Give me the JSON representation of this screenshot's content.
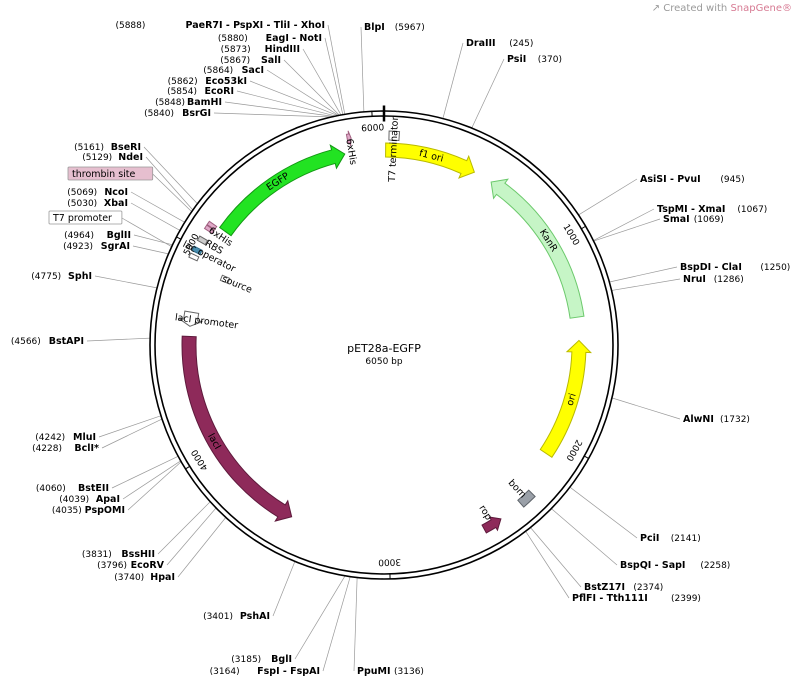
{
  "watermark": {
    "prefix": "Created with",
    "brand": "SnapGene",
    "mark": "®"
  },
  "plasmid": {
    "name": "pET28a-EGFP",
    "size_label": "6050 bp",
    "length": 6050
  },
  "ticks": [
    {
      "pos": 1000,
      "label": "1000"
    },
    {
      "pos": 2000,
      "label": "2000"
    },
    {
      "pos": 3000,
      "label": "3000"
    },
    {
      "pos": 4000,
      "label": "4000"
    },
    {
      "pos": 5000,
      "label": "5000"
    },
    {
      "pos": 6000,
      "label": "6000"
    }
  ],
  "features": [
    {
      "name": "EGFP",
      "label": "EGFP",
      "start": 5135,
      "end": 5855,
      "strand": 1,
      "color": "#22e322",
      "stroke": "#139813",
      "track": 1
    },
    {
      "name": "f1 ori",
      "label": "f1 ori",
      "start": 8,
      "end": 464,
      "strand": 1,
      "color": "#ffff00",
      "stroke": "#b9b900",
      "track": 1
    },
    {
      "name": "KanR",
      "label": "KanR",
      "start": 560,
      "end": 1375,
      "strand": -1,
      "color": "#c6f5c6",
      "stroke": "#6cc96c",
      "track": 1
    },
    {
      "name": "ori",
      "label": "ori",
      "start": 1490,
      "end": 2080,
      "strand": -1,
      "color": "#ffff00",
      "stroke": "#b9b900",
      "track": 1
    },
    {
      "name": "lacI",
      "label": "lacI",
      "start": 3500,
      "end": 4580,
      "strand": -1,
      "color": "#8e2a5a",
      "stroke": "#5e1a3c",
      "track": 1
    },
    {
      "name": "rop",
      "label": "rop",
      "start": 2455,
      "end": 2545,
      "strand": -1,
      "color": "#8e2a5a",
      "stroke": "#5e1a3c",
      "track": 2
    },
    {
      "name": "bom",
      "label": "bom",
      "start": 2270,
      "end": 2340,
      "strand": 0,
      "color": "#9aa0a8",
      "stroke": "#5d6369",
      "track": 2
    },
    {
      "name": "lacI promoter",
      "label": "lacI promoter",
      "start": 4630,
      "end": 4700,
      "strand": -1,
      "color": "#ffffff",
      "stroke": "#666666",
      "track": 1
    },
    {
      "name": "6xHis-a",
      "label": "6xHis",
      "start": 5880,
      "end": 5898,
      "strand": 1,
      "color": "#e0a8c8",
      "stroke": "#a06080",
      "track": 2
    },
    {
      "name": "T7 terminator",
      "label": "T7 terminator",
      "start": 23,
      "end": 70,
      "strand": 0,
      "color": "#ffffff",
      "stroke": "#666666",
      "track": 2
    },
    {
      "name": "thrombin-box",
      "label": "",
      "start": 5113,
      "end": 5131,
      "strand": 0,
      "color": "#e0a8c8",
      "stroke": "#a06080",
      "track": 2
    },
    {
      "name": "6xHis-b",
      "label": "6xHis",
      "start": 5092,
      "end": 5110,
      "strand": 0,
      "color": "#e0a8c8",
      "stroke": "#a06080",
      "track": 2
    },
    {
      "name": "RBS",
      "label": "RBS",
      "start": 5030,
      "end": 5052,
      "strand": 0,
      "color": "#cccccc",
      "stroke": "#666666",
      "track": 2
    },
    {
      "name": "lac operator",
      "label": "lac operator",
      "start": 4978,
      "end": 5000,
      "strand": 0,
      "color": "#4a8fb0",
      "stroke": "#2e6a88",
      "track": 2
    },
    {
      "name": "source",
      "label": "source",
      "start": 4900,
      "end": 4930,
      "strand": 0,
      "color": "#ffffff",
      "stroke": "#666666",
      "track": 3
    },
    {
      "name": "T7 promoter",
      "label": "",
      "start": 4945,
      "end": 4965,
      "strand": 0,
      "color": "#ffffff",
      "stroke": "#666666",
      "track": 2
    }
  ],
  "sites_left": [
    {
      "name": "PaeR7I - PspXI - TliI - XhoI",
      "pos": "(5888)",
      "bp": 5888
    },
    {
      "name": "EagI - NotI",
      "pos": "(5880)",
      "bp": 5880
    },
    {
      "name": "HindIII",
      "pos": "(5873)",
      "bp": 5873
    },
    {
      "name": "SalI",
      "pos": "(5867)",
      "bp": 5867
    },
    {
      "name": "SacI",
      "pos": "(5864)",
      "bp": 5864
    },
    {
      "name": "Eco53kI",
      "pos": "(5862)",
      "bp": 5862
    },
    {
      "name": "EcoRI",
      "pos": "(5854)",
      "bp": 5854
    },
    {
      "name": "BamHI",
      "pos": "(5848)",
      "bp": 5848
    },
    {
      "name": "BsrGI",
      "pos": "(5840)",
      "bp": 5840
    },
    {
      "name": "BseRI",
      "pos": "(5161)",
      "bp": 5161
    },
    {
      "name": "NdeI",
      "pos": "(5129)",
      "bp": 5129
    },
    {
      "name": "thrombin site",
      "pos": "",
      "bp": 5121,
      "boxed": true,
      "box_color": "#e6bfcf"
    },
    {
      "name": "NcoI",
      "pos": "(5069)",
      "bp": 5069
    },
    {
      "name": "XbaI",
      "pos": "(5030)",
      "bp": 5030
    },
    {
      "name": "T7 promoter",
      "pos": "",
      "bp": 4955,
      "boxed": true,
      "box_color": "#ffffff"
    },
    {
      "name": "BglII",
      "pos": "(4964)",
      "bp": 4964
    },
    {
      "name": "SgrAI",
      "pos": "(4923)",
      "bp": 4923
    },
    {
      "name": "SphI",
      "pos": "(4775)",
      "bp": 4775
    },
    {
      "name": "BstAPI",
      "pos": "(4566)",
      "bp": 4566
    },
    {
      "name": "MluI",
      "pos": "(4242)",
      "bp": 4242
    },
    {
      "name": "BclI*",
      "pos": "(4228)",
      "bp": 4228,
      "gray": true
    },
    {
      "name": "BstEII",
      "pos": "(4060)",
      "bp": 4060
    },
    {
      "name": "ApaI",
      "pos": "(4039)",
      "bp": 4039
    },
    {
      "name": "PspOMI",
      "pos": "(4035)",
      "bp": 4035
    },
    {
      "name": "BssHII",
      "pos": "(3831)",
      "bp": 3831
    },
    {
      "name": "EcoRV",
      "pos": "(3796)",
      "bp": 3796
    },
    {
      "name": "HpaI",
      "pos": "(3740)",
      "bp": 3740
    },
    {
      "name": "PshAI",
      "pos": "(3401)",
      "bp": 3401
    },
    {
      "name": "BglI",
      "pos": "(3185)",
      "bp": 3185
    },
    {
      "name": "FspI - FspAI",
      "pos": "(3164)",
      "bp": 3164
    }
  ],
  "sites_right": [
    {
      "name": "BlpI",
      "pos": "(5967)",
      "bp": 5967
    },
    {
      "name": "DraIII",
      "pos": "(245)",
      "bp": 245
    },
    {
      "name": "PsiI",
      "pos": "(370)",
      "bp": 370
    },
    {
      "name": "AsiSI - PvuI",
      "pos": "(945)",
      "bp": 945
    },
    {
      "name": "TspMI - XmaI",
      "pos": "(1067)",
      "bp": 1067
    },
    {
      "name": "SmaI",
      "pos": "(1069)",
      "bp": 1069
    },
    {
      "name": "BspDI - ClaI",
      "pos": "(1250)",
      "bp": 1250
    },
    {
      "name": "NruI",
      "pos": "(1286)",
      "bp": 1286
    },
    {
      "name": "AlwNI",
      "pos": "(1732)",
      "bp": 1732
    },
    {
      "name": "PciI",
      "pos": "(2141)",
      "bp": 2141
    },
    {
      "name": "BspQI - SapI",
      "pos": "(2258)",
      "bp": 2258
    },
    {
      "name": "BstZ17I",
      "pos": "(2374)",
      "bp": 2374
    },
    {
      "name": "PflFI - Tth111I",
      "pos": "(2399)",
      "bp": 2399
    },
    {
      "name": "PpuMI",
      "pos": "(3136)",
      "bp": 3136
    }
  ]
}
